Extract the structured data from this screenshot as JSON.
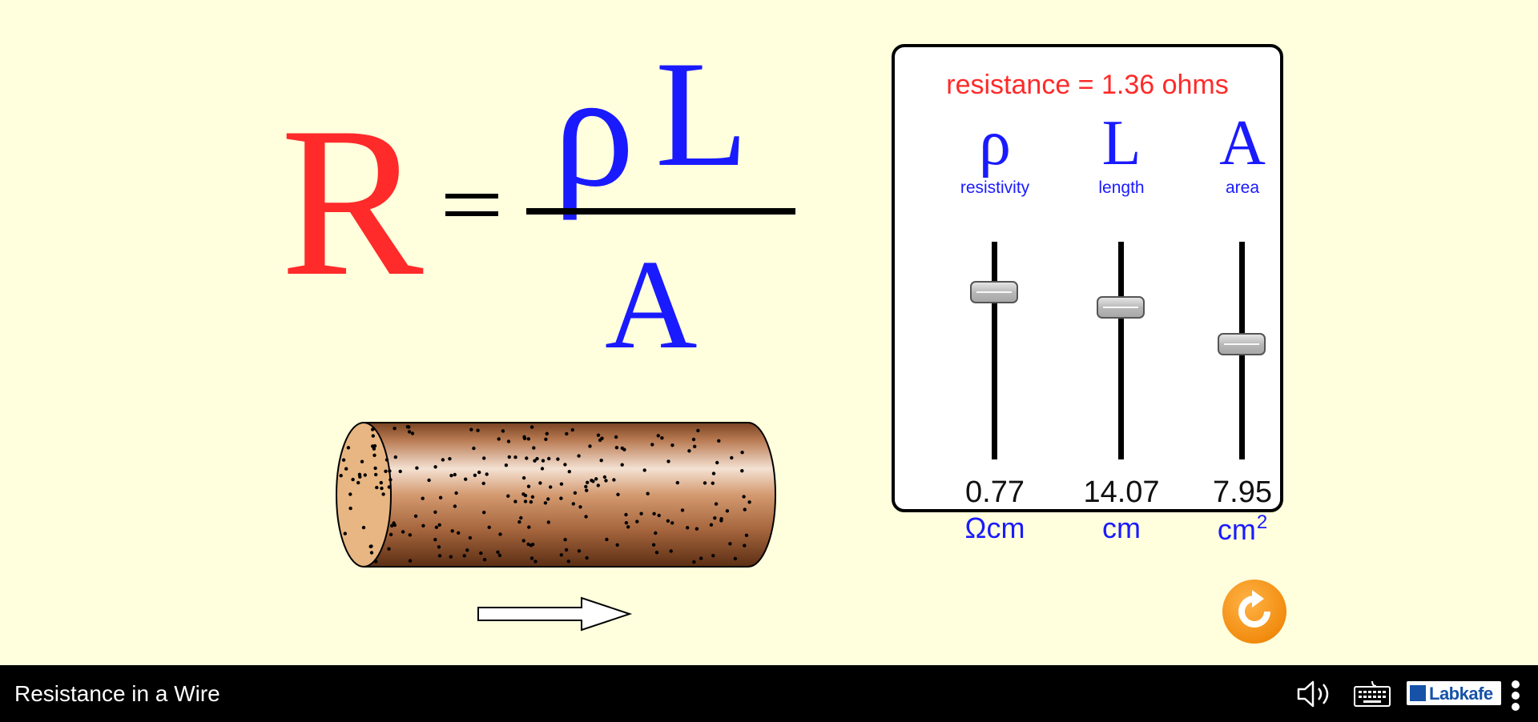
{
  "formula": {
    "result": "R",
    "equals": "=",
    "numerator_rho": "ρ",
    "numerator_l": "L",
    "denominator": "A"
  },
  "panel": {
    "resistance_label": "resistance = 1.36 ohms",
    "controls": [
      {
        "symbol": "ρ",
        "name": "resistivity",
        "value": "0.77",
        "unit": "Ωcm",
        "slider_level": 0.77
      },
      {
        "symbol": "L",
        "name": "length",
        "value": "14.07",
        "unit": "cm",
        "slider_level": 0.7
      },
      {
        "symbol": "A",
        "name": "area",
        "value": "7.95",
        "unit": "cm",
        "unit_superscript": "2",
        "slider_level": 0.53
      }
    ]
  },
  "bottom_bar": {
    "title": "Resistance in a Wire",
    "logo_text": "Labkafe"
  },
  "colors": {
    "background": "#ffffdd",
    "resistance": "#ff2a2a",
    "variables": "#1a1aff",
    "reset_button": "#f28c0f",
    "bar": "#000000"
  },
  "icons": [
    "speaker-icon",
    "keyboard-icon",
    "labkafe-logo",
    "menu-icon",
    "reset-icon",
    "arrow-icon"
  ]
}
